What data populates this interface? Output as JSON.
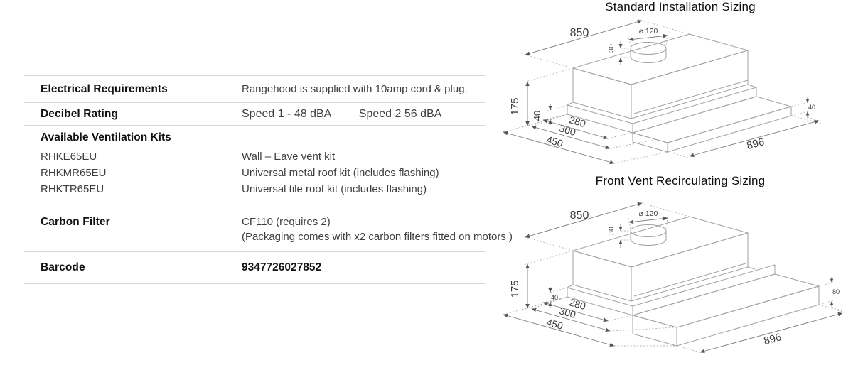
{
  "spec": {
    "electrical": {
      "label": "Electrical Requirements",
      "value": "Rangehood is supplied with  10amp cord & plug."
    },
    "decibel": {
      "label": "Decibel Rating",
      "speed1": "Speed 1 - 48 dBA",
      "speed2": "Speed 2 56 dBA"
    },
    "ventilation": {
      "label": "Available Ventilation Kits",
      "kits": [
        {
          "code": "RHKE65EU",
          "kit": "Wall – Eave vent kit"
        },
        {
          "code": "RHKMR65EU",
          "kit": "Universal metal roof kit (includes flashing)"
        },
        {
          "code": "RHKTR65EU",
          "kit": "Universal tile roof kit (includes flashing)"
        }
      ]
    },
    "carbon_filter": {
      "label": "Carbon Filter",
      "model": "CF110 (requires 2)",
      "note": "(Packaging comes with x2 carbon filters fitted on motors )"
    },
    "barcode": {
      "label": "Barcode",
      "value": "9347726027852"
    }
  },
  "diagrams": {
    "standard": {
      "title": "Standard Installation Sizing",
      "dims": {
        "hood_width": "850",
        "duct_diameter": "⌀ 120",
        "duct_height": "30",
        "body_height": "175",
        "step_height": "40",
        "depth_closed": "280",
        "depth_mid": "300",
        "depth_extended": "450",
        "front_panel_height": "40",
        "drawer_width": "896"
      }
    },
    "front_vent": {
      "title": "Front Vent Recirculating Sizing",
      "dims": {
        "hood_width": "850",
        "duct_diameter": "⌀ 120",
        "duct_height": "30",
        "body_height": "175",
        "step_height": "40",
        "depth_closed": "280",
        "depth_mid": "300",
        "depth_extended": "450",
        "front_panel_height": "80",
        "drawer_width": "896"
      }
    }
  }
}
